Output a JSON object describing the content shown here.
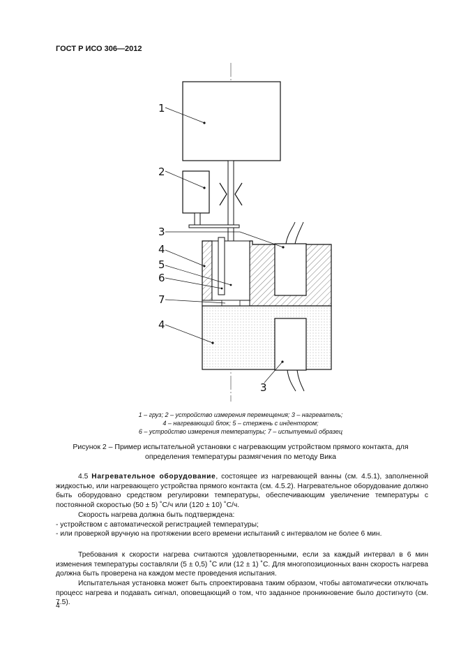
{
  "header": {
    "standard": "ГОСТ Р ИСО 306—2012"
  },
  "figure": {
    "labels": [
      "1",
      "2",
      "3",
      "4",
      "5",
      "6",
      "7",
      "4",
      "3"
    ],
    "legend": [
      "1 – груз; 2 – устройство измерения перемещения; 3 – нагреватель;",
      "4 – нагревающий блок; 5 – стержень с индентором;",
      "6 – устройство измерения температуры; 7 – испытуемый образец"
    ],
    "caption_line1": "Рисунок 2 – Пример испытательной установки с нагревающим устройством прямого контакта, для",
    "caption_line2": "определения температуры размягчения по методу Вика"
  },
  "text": {
    "p1_number": "4.5 ",
    "p1_bold": "Нагревательное оборудование",
    "p1_rest": ", состоящее из нагревающей ванны (см. 4.5.1), заполненной жидкостью, или нагревающего устройства прямого контакта (см. 4.5.2). Нагревательное оборудование должно быть оборудовано средством регулировки температуры, обеспечивающим увеличение температуры с постоянной скоростью (50 ± 5) ˚С/ч или (120 ± 10) ˚С/ч.",
    "p2": "Скорость нагрева должна быть подтверждена:",
    "p3": "- устройством с автоматической регистрацией температуры;",
    "p4": "- или проверкой вручную на протяжении всего времени испытаний с интервалом не более 6 мин.",
    "p5": "Требования к скорости нагрева считаются удовлетворенными, если за каждый интервал в 6 мин изменения температуры составляли  (5 ± 0,5) ˚С или (12 ± 1) ˚С. Для многопозиционных ванн скорость нагрева должна быть проверена на каждом месте проведения испытания.",
    "p6": "Испытательная установка может быть спроектирована таким образом, чтобы автоматически отключать процесс нагрева и подавать сигнал, оповещающий о том, что заданное проникновение было достигнуто (см. 7.5)."
  },
  "footer": {
    "page_number": "4"
  }
}
